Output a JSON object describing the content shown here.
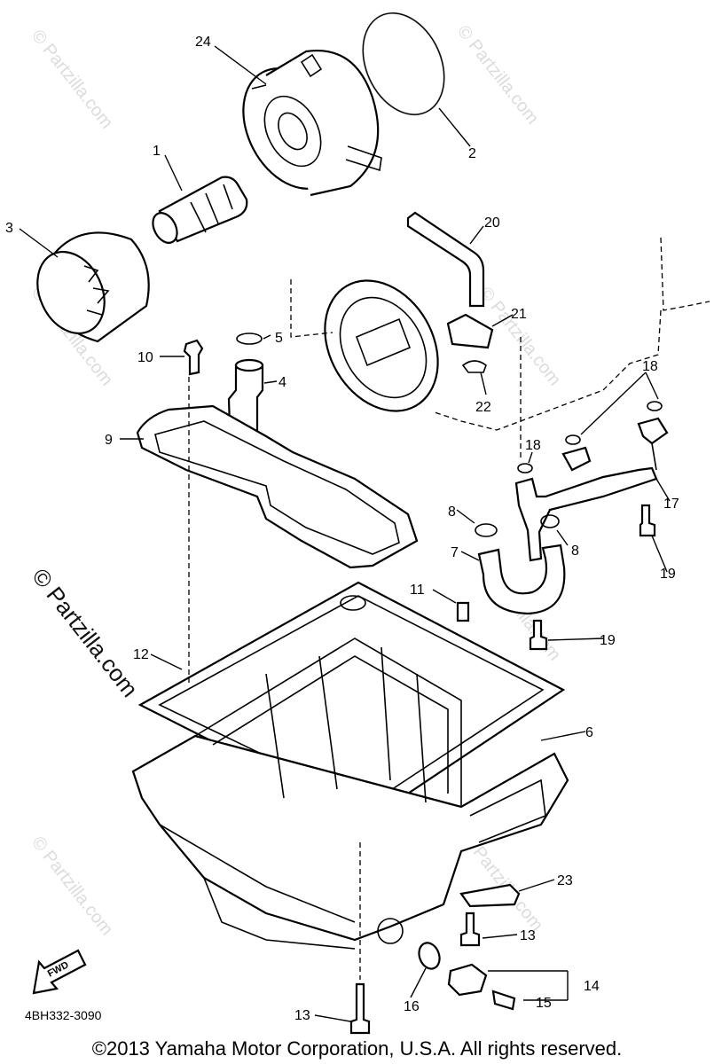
{
  "diagram": {
    "part_numbers": {
      "p1": "1",
      "p2": "2",
      "p3": "3",
      "p4": "4",
      "p5": "5",
      "p6": "6",
      "p7": "7",
      "p8a": "8",
      "p8b": "8",
      "p9": "9",
      "p10": "10",
      "p11": "11",
      "p12": "12",
      "p13a": "13",
      "p13b": "13",
      "p14": "14",
      "p15": "15",
      "p16": "16",
      "p17": "17",
      "p18a": "18",
      "p18b": "18",
      "p19a": "19",
      "p19b": "19",
      "p20": "20",
      "p21": "21",
      "p22": "22",
      "p23": "23",
      "p24": "24"
    },
    "ref_code": "4BH332-3090",
    "fwd_label": "FWD",
    "watermark": "© Partzilla.com",
    "copyright": "©2013 Yamaha Motor Corporation, U.S.A. All rights reserved."
  }
}
